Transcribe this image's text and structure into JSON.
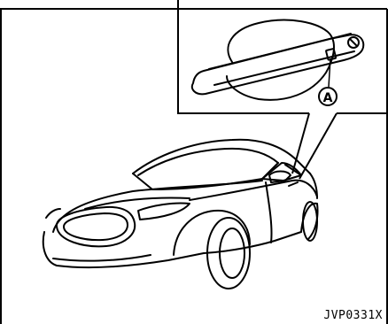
{
  "figure": {
    "callout_letter": "A",
    "figure_code": "JVP0331X"
  },
  "icons": {
    "car": "sedan-car-illustration",
    "handle": "door-handle-detail",
    "button": "request-switch-button",
    "keyhole": "keyhole-icon"
  }
}
